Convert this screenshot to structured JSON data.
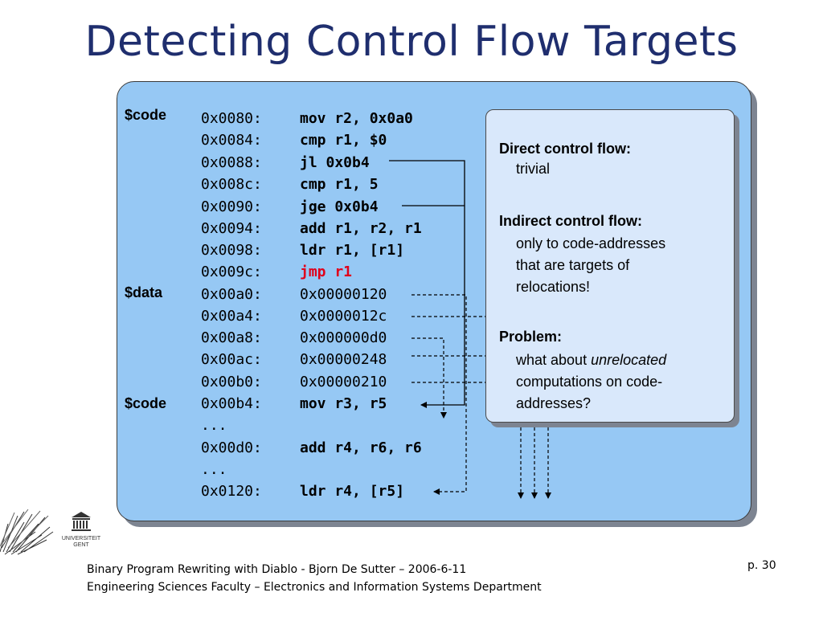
{
  "slide": {
    "title": "Detecting Control Flow Targets",
    "page": "p. 30"
  },
  "code": {
    "segments": [
      "$code",
      "$data",
      "$code"
    ],
    "rows": [
      {
        "addr": "0x0080:",
        "text": "mov r2, 0x0a0"
      },
      {
        "addr": "0x0084:",
        "text": "cmp r1, $0"
      },
      {
        "addr": "0x0088:",
        "text": "jl 0x0b4"
      },
      {
        "addr": "0x008c:",
        "text": "cmp r1, 5"
      },
      {
        "addr": "0x0090:",
        "text": "jge 0x0b4"
      },
      {
        "addr": "0x0094:",
        "text": "add r1, r2, r1"
      },
      {
        "addr": "0x0098:",
        "text": "ldr r1, [r1]"
      },
      {
        "addr": "0x009c:",
        "text": "jmp r1"
      },
      {
        "addr": "0x00a0:",
        "text": "0x00000120"
      },
      {
        "addr": "0x00a4:",
        "text": "0x0000012c"
      },
      {
        "addr": "0x00a8:",
        "text": "0x000000d0"
      },
      {
        "addr": "0x00ac:",
        "text": "0x00000248"
      },
      {
        "addr": "0x00b0:",
        "text": "0x00000210"
      },
      {
        "addr": "0x00b4:",
        "text": "mov r3, r5"
      },
      {
        "addr": "...",
        "text": ""
      },
      {
        "addr": "0x00d0:",
        "text": "add r4, r6, r6"
      },
      {
        "addr": "...",
        "text": ""
      },
      {
        "addr": "0x0120:",
        "text": "ldr r4, [r5]"
      }
    ]
  },
  "note": {
    "direct_heading": "Direct control flow:",
    "direct_body": "trivial",
    "indirect_heading": "Indirect control flow:",
    "indirect_body": [
      "only to code-addresses",
      "that are targets of",
      "relocations!"
    ],
    "problem_heading": "Problem:",
    "problem_line1_pre": "what about ",
    "problem_line1_em": "unrelocated",
    "problem_line2": "computations on code-",
    "problem_line3": "addresses?"
  },
  "logo": {
    "name_line1": "UNIVERSITEIT",
    "name_line2": "GENT"
  },
  "footer": {
    "line1": "Binary Program Rewriting with Diablo - Bjorn De Sutter – 2006-6-11",
    "line2": "Engineering Sciences Faculty – Electronics and Information Systems Department"
  },
  "colors": {
    "title": "#1f2e6e",
    "panel": "#96c8f4",
    "note": "#d9e8fb",
    "highlight": "#e0001b"
  }
}
